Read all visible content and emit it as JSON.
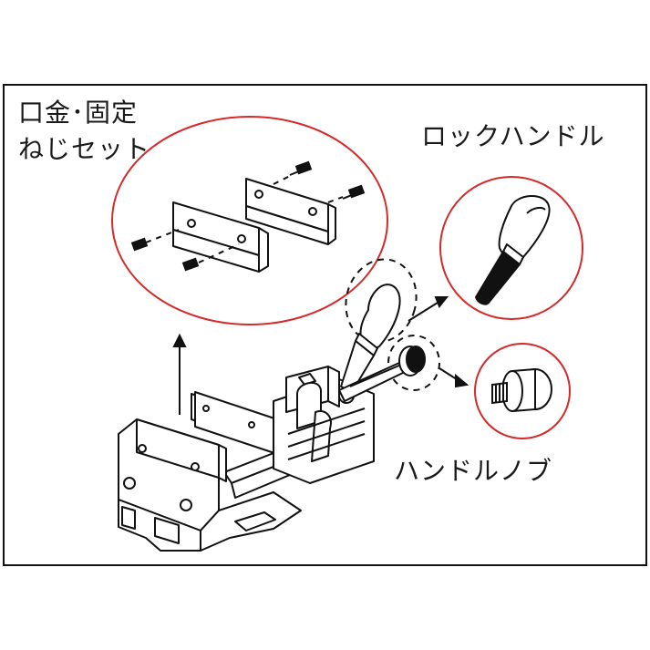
{
  "labels": {
    "jaw_set_line1": "口金･固定",
    "jaw_set_line2": "ねじセット",
    "lock_handle": "ロックハンドル",
    "handle_knob": "ハンドルノブ"
  },
  "colors": {
    "frame": "#111111",
    "highlight_circle": "#d42a2a",
    "line_art": "#111111",
    "background": "#ffffff"
  }
}
